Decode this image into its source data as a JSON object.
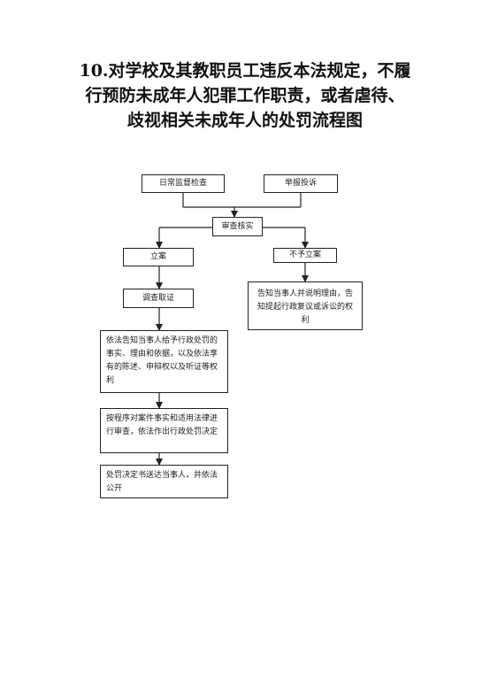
{
  "title": {
    "line1": "10.对学校及其教职员工违反本法规定，不履",
    "line2": "行预防未成年人犯罪工作职责，或者虐待、",
    "line3": "歧视相关未成年人的处罚流程图"
  },
  "flowchart": {
    "daily_inspection": "日常监督检查",
    "report_complaint": "举报投诉",
    "review_verify": "审查核实",
    "file_case": "立案",
    "no_case": "不予立案",
    "no_case_notice": "告知当事人并说明理由，告知提起行政复议或诉讼的权利",
    "investigate": "调查取证",
    "notify_rights": "依法告知当事人给予行政处罚的事实、理由和依据，以及依法享有的陈述、申辩权以及听证等权利",
    "review_decide": "按程序对案件事实和适用法律进行审查，依法作出行政处罚决定",
    "deliver_publish": "处罚决定书送达当事人，并依法公开"
  }
}
